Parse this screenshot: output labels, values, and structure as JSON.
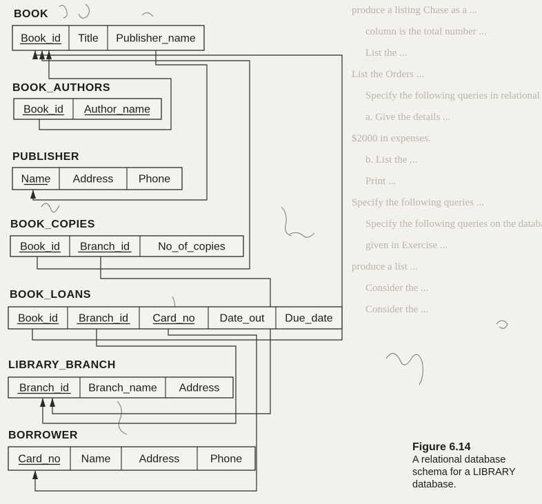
{
  "relations": [
    {
      "title": "BOOK",
      "attributes": [
        {
          "name": "Book_id",
          "pk": true
        },
        {
          "name": "Title",
          "pk": false
        },
        {
          "name": "Publisher_name",
          "pk": false
        }
      ]
    },
    {
      "title": "BOOK_AUTHORS",
      "attributes": [
        {
          "name": "Book_id",
          "pk": true
        },
        {
          "name": "Author_name",
          "pk": true
        }
      ]
    },
    {
      "title": "PUBLISHER",
      "attributes": [
        {
          "name": "Name",
          "pk": true
        },
        {
          "name": "Address",
          "pk": false
        },
        {
          "name": "Phone",
          "pk": false
        }
      ]
    },
    {
      "title": "BOOK_COPIES",
      "attributes": [
        {
          "name": "Book_id",
          "pk": true
        },
        {
          "name": "Branch_id",
          "pk": true
        },
        {
          "name": "No_of_copies",
          "pk": false
        }
      ]
    },
    {
      "title": "BOOK_LOANS",
      "attributes": [
        {
          "name": "Book_id",
          "pk": true
        },
        {
          "name": "Branch_id",
          "pk": true
        },
        {
          "name": "Card_no",
          "pk": true
        },
        {
          "name": "Date_out",
          "pk": false
        },
        {
          "name": "Due_date",
          "pk": false
        }
      ]
    },
    {
      "title": "LIBRARY_BRANCH",
      "attributes": [
        {
          "name": "Branch_id",
          "pk": true
        },
        {
          "name": "Branch_name",
          "pk": false
        },
        {
          "name": "Address",
          "pk": false
        }
      ]
    },
    {
      "title": "BORROWER",
      "attributes": [
        {
          "name": "Card_no",
          "pk": true
        },
        {
          "name": "Name",
          "pk": false
        },
        {
          "name": "Address",
          "pk": false
        },
        {
          "name": "Phone",
          "pk": false
        }
      ]
    }
  ],
  "foreign_keys": [
    {
      "from": "BOOK_AUTHORS.Book_id",
      "to": "BOOK.Book_id"
    },
    {
      "from": "BOOK_COPIES.Book_id",
      "to": "BOOK.Book_id"
    },
    {
      "from": "BOOK_LOANS.Book_id",
      "to": "BOOK.Book_id"
    },
    {
      "from": "BOOK.Publisher_name",
      "to": "PUBLISHER.Name"
    },
    {
      "from": "BOOK_COPIES.Branch_id",
      "to": "LIBRARY_BRANCH.Branch_id"
    },
    {
      "from": "BOOK_LOANS.Branch_id",
      "to": "LIBRARY_BRANCH.Branch_id"
    },
    {
      "from": "BOOK_LOANS.Card_no",
      "to": "BORROWER.Card_no"
    }
  ],
  "caption": {
    "label": "Figure 6.14",
    "text": "A relational database schema for a LIBRARY database."
  },
  "background_text": [
    "produce a listing Chase as a ...",
    "column is the total number ...",
    "List the ...",
    "List the Orders ...",
    "Specify the following queries in relational calculus ...",
    "a. Give the details ...",
    "$2000 in expenses.",
    "b. List the ...",
    "Print ...",
    "Specify the following queries ...",
    "Specify the following queries on the database ...",
    "given in Exercise ...",
    "produce a list ...",
    "Consider the ...",
    "Consider the ..."
  ],
  "colors": {
    "ink": "#1c1c1c",
    "paper": "#f3f1ec",
    "faded_text": "#b9b5ad"
  }
}
